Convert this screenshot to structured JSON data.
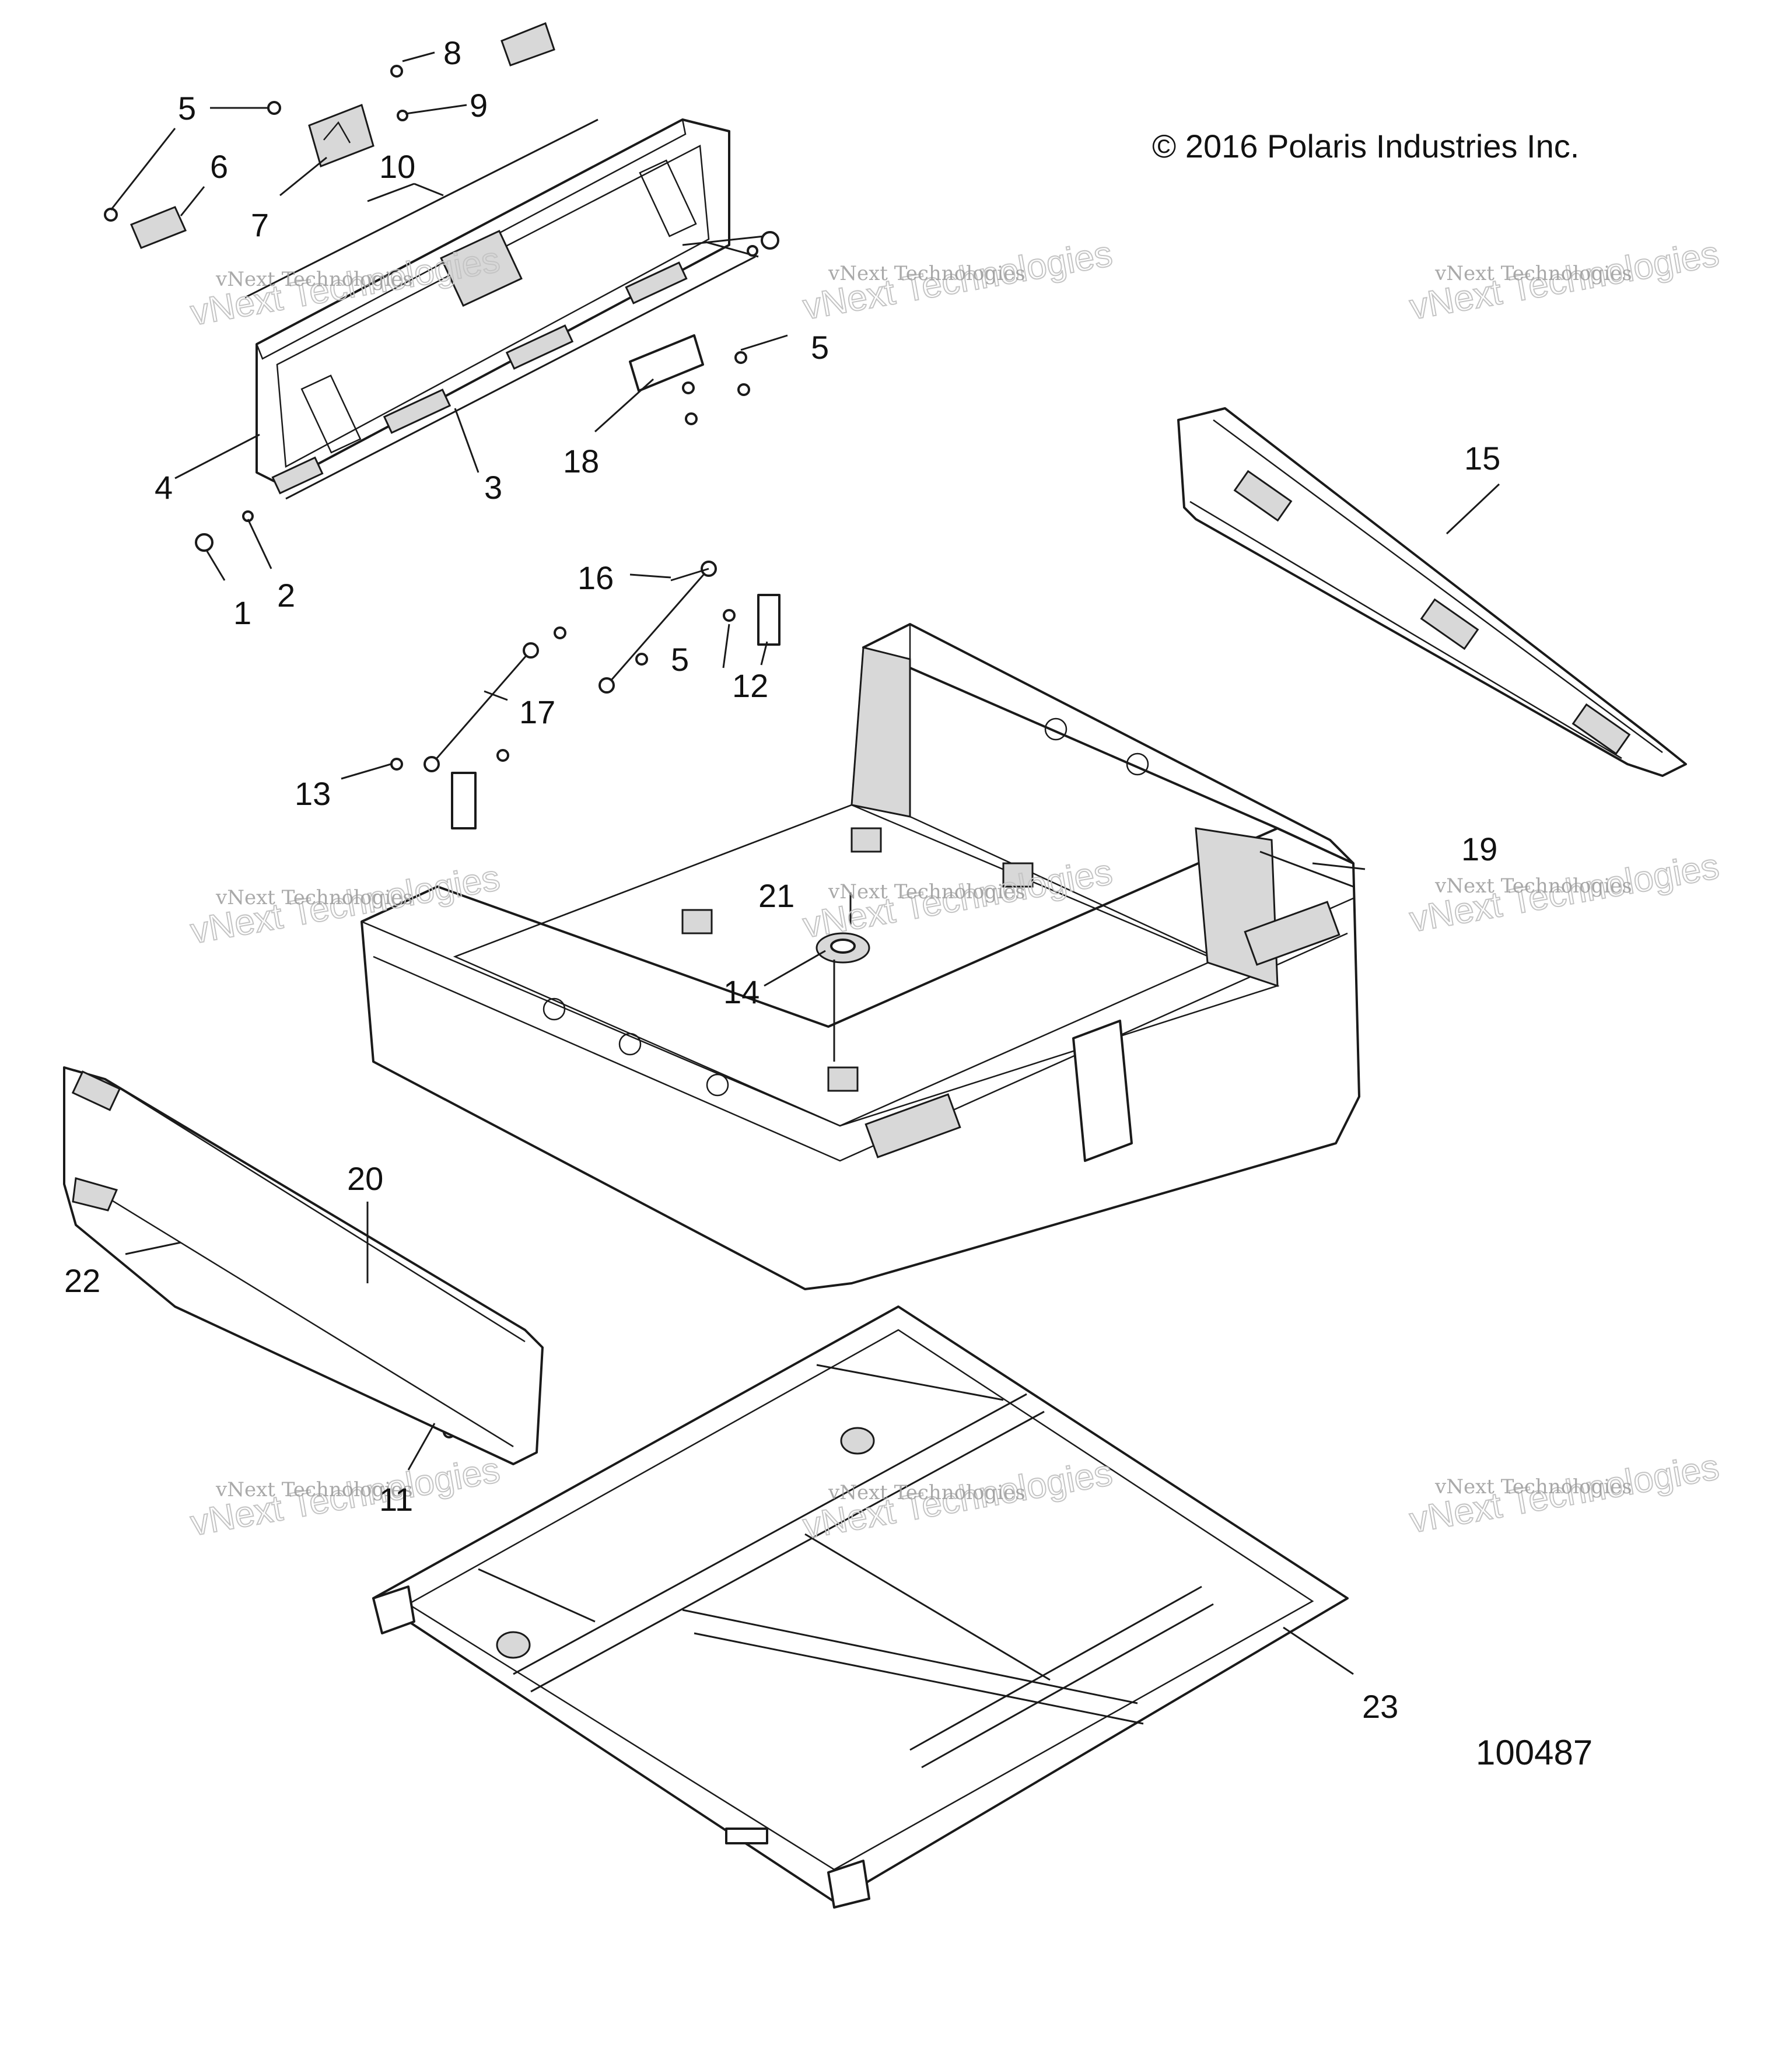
{
  "copyright": "© 2016 Polaris Industries Inc.",
  "drawing_number": "100487",
  "watermark": {
    "line1": "vNext Technologies",
    "line2": "vNext Technologies"
  },
  "callouts": [
    "1",
    "2",
    "3",
    "4",
    "5",
    "6",
    "7",
    "8",
    "9",
    "10",
    "11",
    "12",
    "13",
    "14",
    "15",
    "16",
    "17",
    "18",
    "19",
    "20",
    "21",
    "22",
    "23"
  ],
  "callout_5": "5"
}
